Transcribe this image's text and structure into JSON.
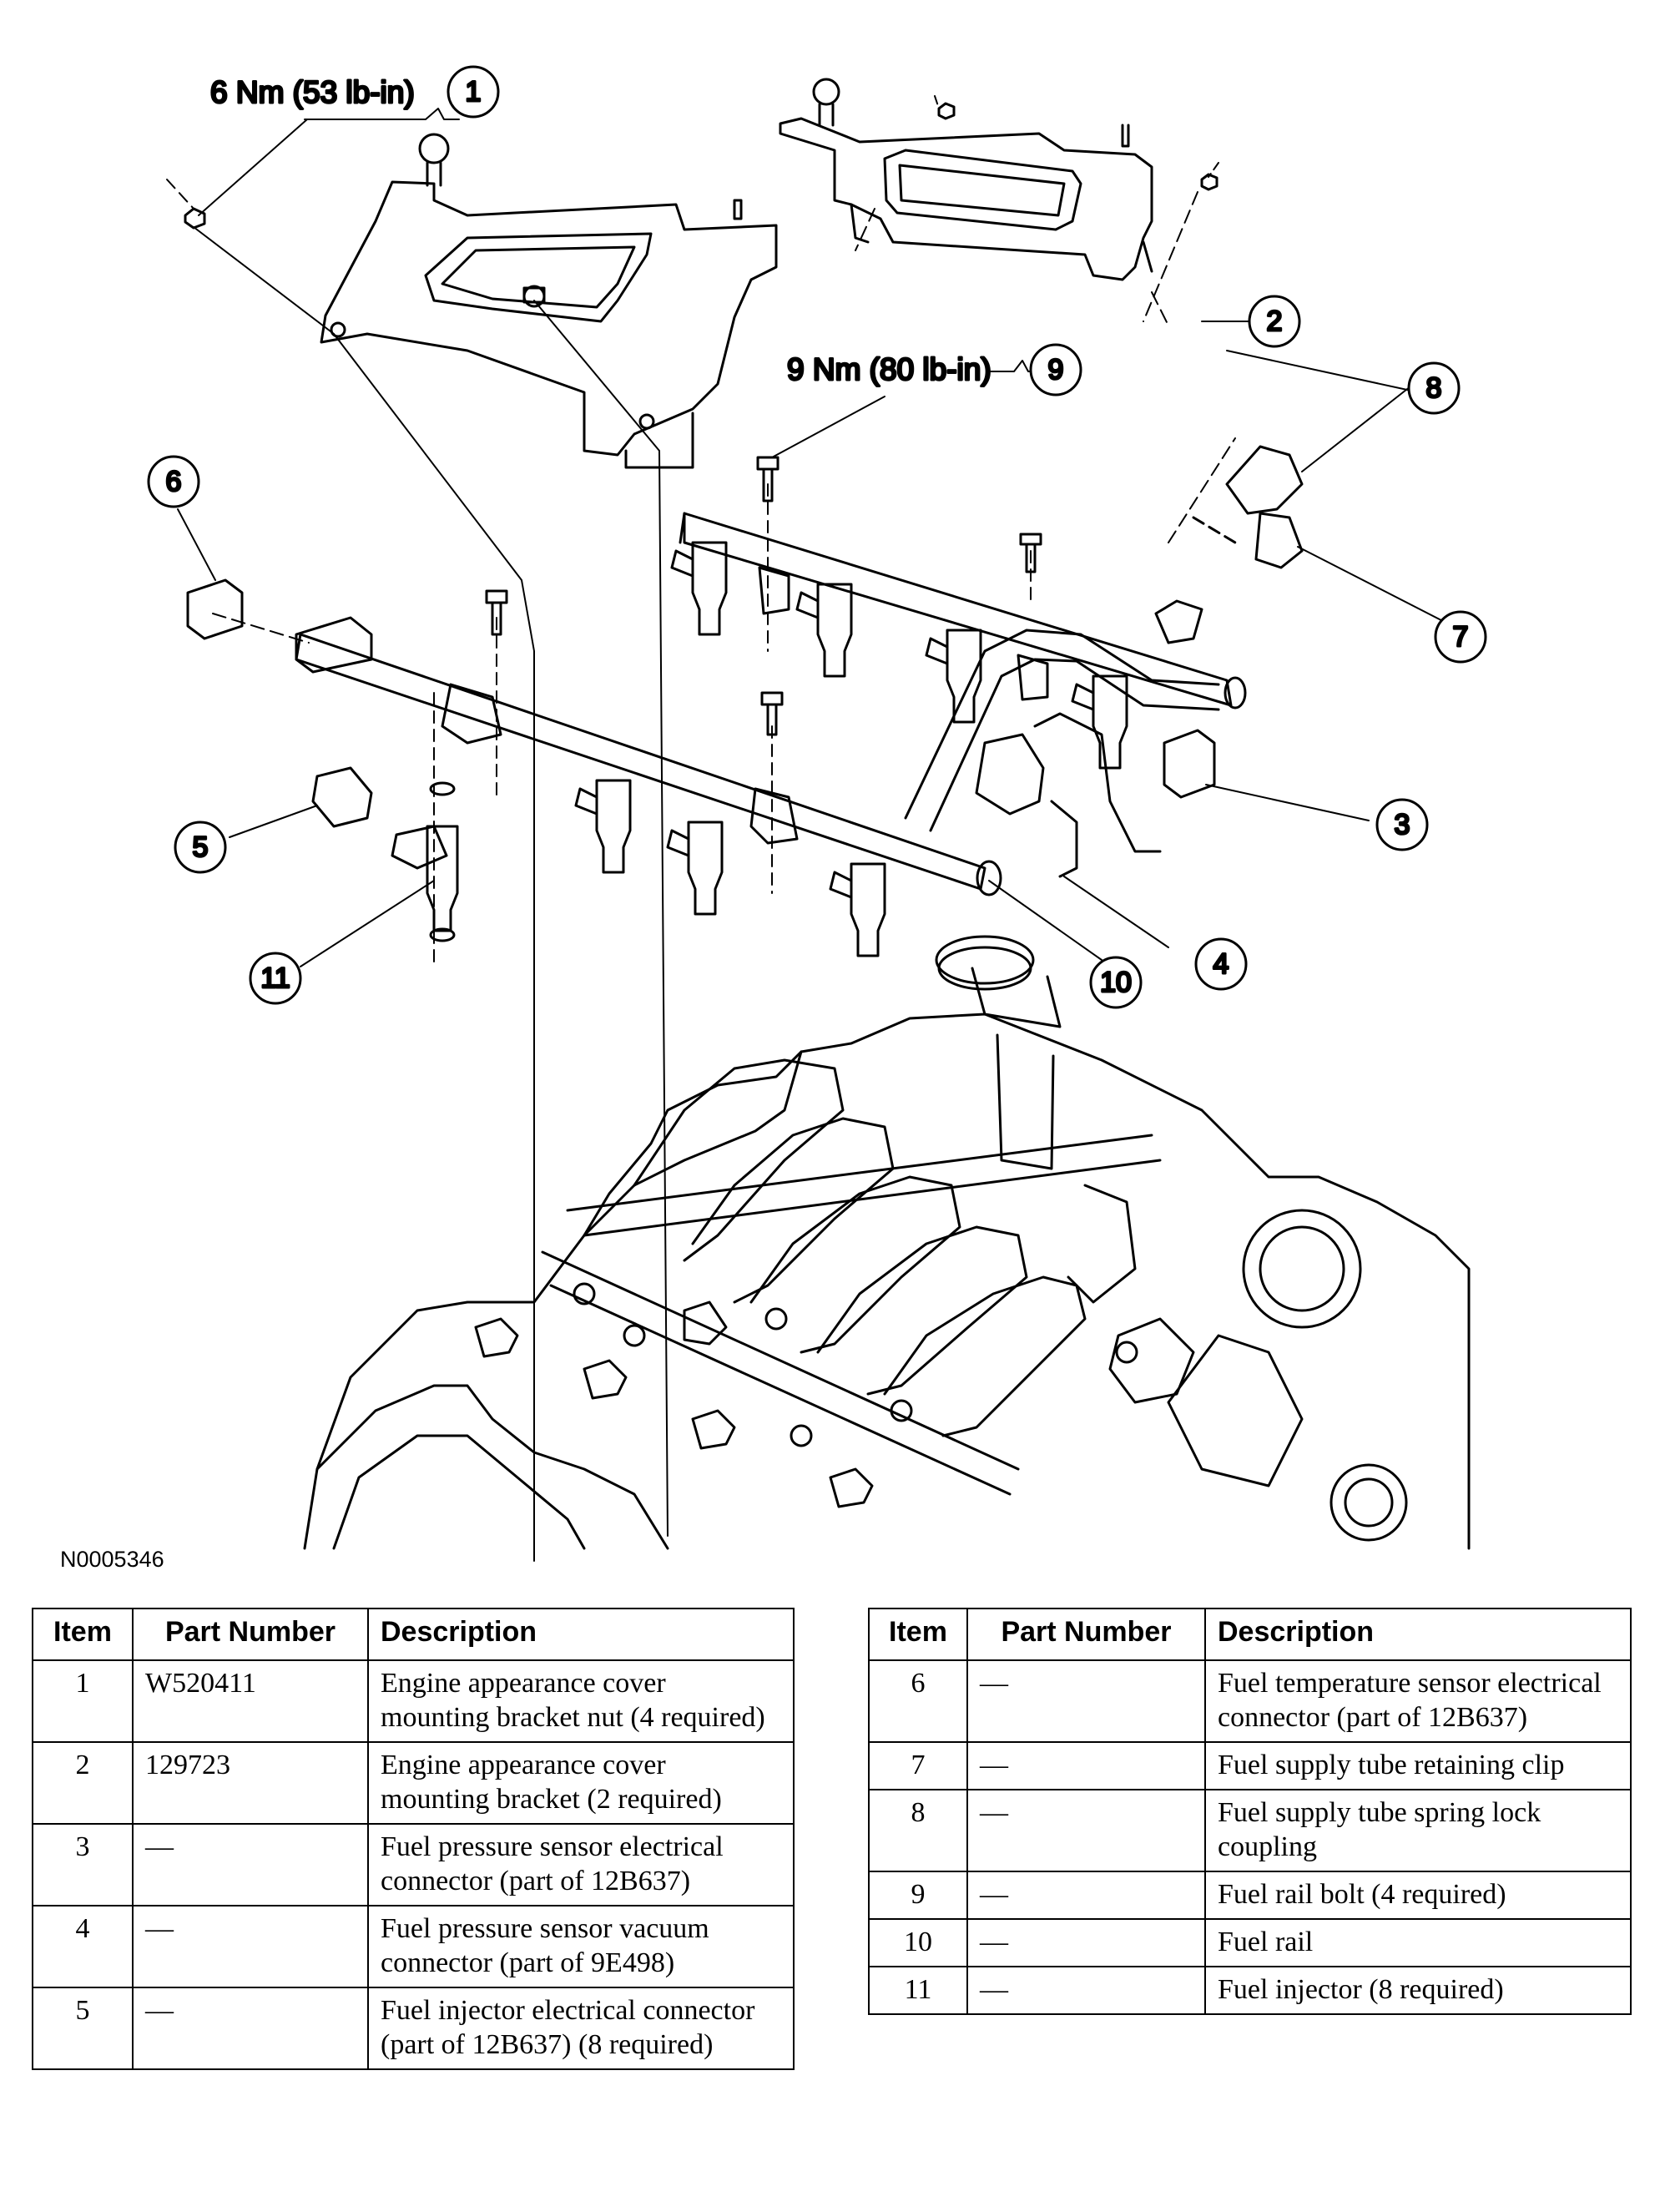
{
  "callouts": {
    "torque_1": "6 Nm (53 lb-in)",
    "torque_9": "9 Nm (80 lb-in)",
    "n1": "1",
    "n2": "2",
    "n3": "3",
    "n4": "4",
    "n5": "5",
    "n6": "6",
    "n7": "7",
    "n8": "8",
    "n9": "9",
    "n10": "10",
    "n11": "11"
  },
  "figure_id": "N0005346",
  "table_headers": {
    "item": "Item",
    "part_number": "Part Number",
    "description": "Description"
  },
  "parts_left": [
    {
      "item": "1",
      "part_number": "W520411",
      "description": "Engine appearance cover mounting bracket nut (4 required)"
    },
    {
      "item": "2",
      "part_number": "129723",
      "description": "Engine appearance cover mounting bracket (2 required)"
    },
    {
      "item": "3",
      "part_number": "—",
      "description": "Fuel pressure sensor electrical connector (part of 12B637)"
    },
    {
      "item": "4",
      "part_number": "—",
      "description": "Fuel pressure sensor vacuum connector (part of 9E498)"
    },
    {
      "item": "5",
      "part_number": "—",
      "description": "Fuel injector electrical connector (part of 12B637) (8 required)"
    }
  ],
  "parts_right": [
    {
      "item": "6",
      "part_number": "—",
      "description": "Fuel temperature sensor electrical connector (part of 12B637)"
    },
    {
      "item": "7",
      "part_number": "—",
      "description": "Fuel supply tube retaining clip"
    },
    {
      "item": "8",
      "part_number": "—",
      "description": "Fuel supply tube spring lock coupling"
    },
    {
      "item": "9",
      "part_number": "—",
      "description": "Fuel rail bolt (4 required)"
    },
    {
      "item": "10",
      "part_number": "—",
      "description": "Fuel rail"
    },
    {
      "item": "11",
      "part_number": "—",
      "description": "Fuel injector (8 required)"
    }
  ]
}
